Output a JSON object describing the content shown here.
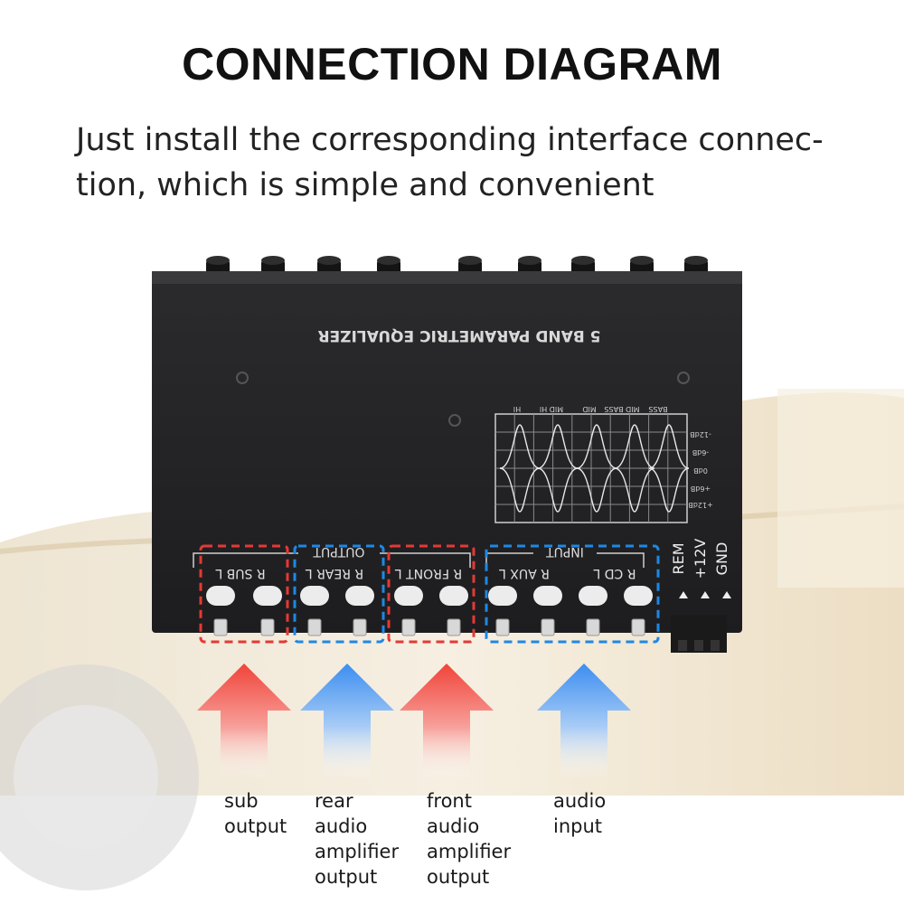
{
  "title": "CONNECTION DIAGRAM",
  "subtitle": "Just install the corresponding interface connec-\ntion, which is simple and convenient",
  "device": {
    "name": "5 BAND PARAMETRIC EQUALIZER",
    "band_labels": [
      "HI",
      "MID HI",
      "MID",
      "MID BASS",
      "BASS"
    ],
    "db_labels": [
      "-12dB",
      "-6dB",
      "0dB",
      "+6dB",
      "+12dB"
    ],
    "output_group": "OUTPUT",
    "input_group": "INPUT",
    "channels": [
      "R SUB L",
      "R REAR L",
      "R FRONT L",
      "R AUX L",
      "R CD L"
    ],
    "power_labels": [
      "REM",
      "+12V",
      "GND"
    ]
  },
  "callouts": [
    {
      "label": "sub\noutput",
      "color": "#e53935"
    },
    {
      "label": "rear\naudio\namplifier\noutput",
      "color": "#1e88e5"
    },
    {
      "label": "front\naudio\namplifier\noutput",
      "color": "#e53935"
    },
    {
      "label": "audio\ninput",
      "color": "#1e88e5"
    }
  ]
}
